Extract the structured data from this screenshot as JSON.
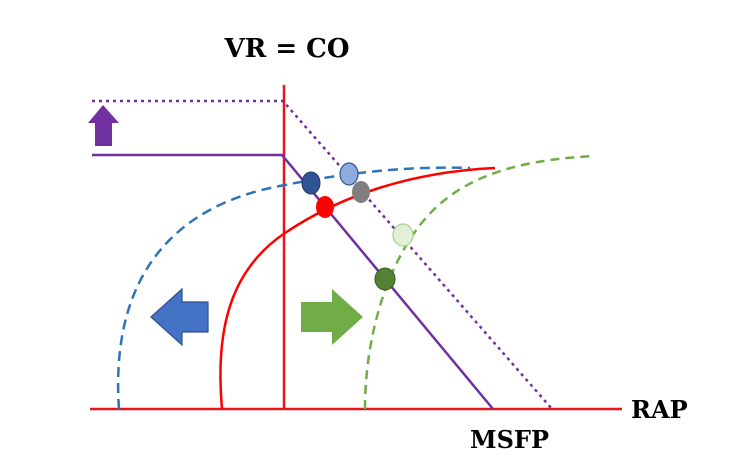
{
  "labels": {
    "y_axis": "VR = CO",
    "x_axis": "RAP",
    "x_point": "MSFP"
  },
  "colors": {
    "axis": "#e8141a",
    "venous_return": "#7030a0",
    "cardiac_function_normal": "#ff0000",
    "cardiac_function_improved": "#2e75b6",
    "cardiac_function_impaired": "#70ad47",
    "arrow_left": "#4472c4",
    "arrow_right": "#70ad47",
    "arrow_up": "#7030a0"
  }
}
